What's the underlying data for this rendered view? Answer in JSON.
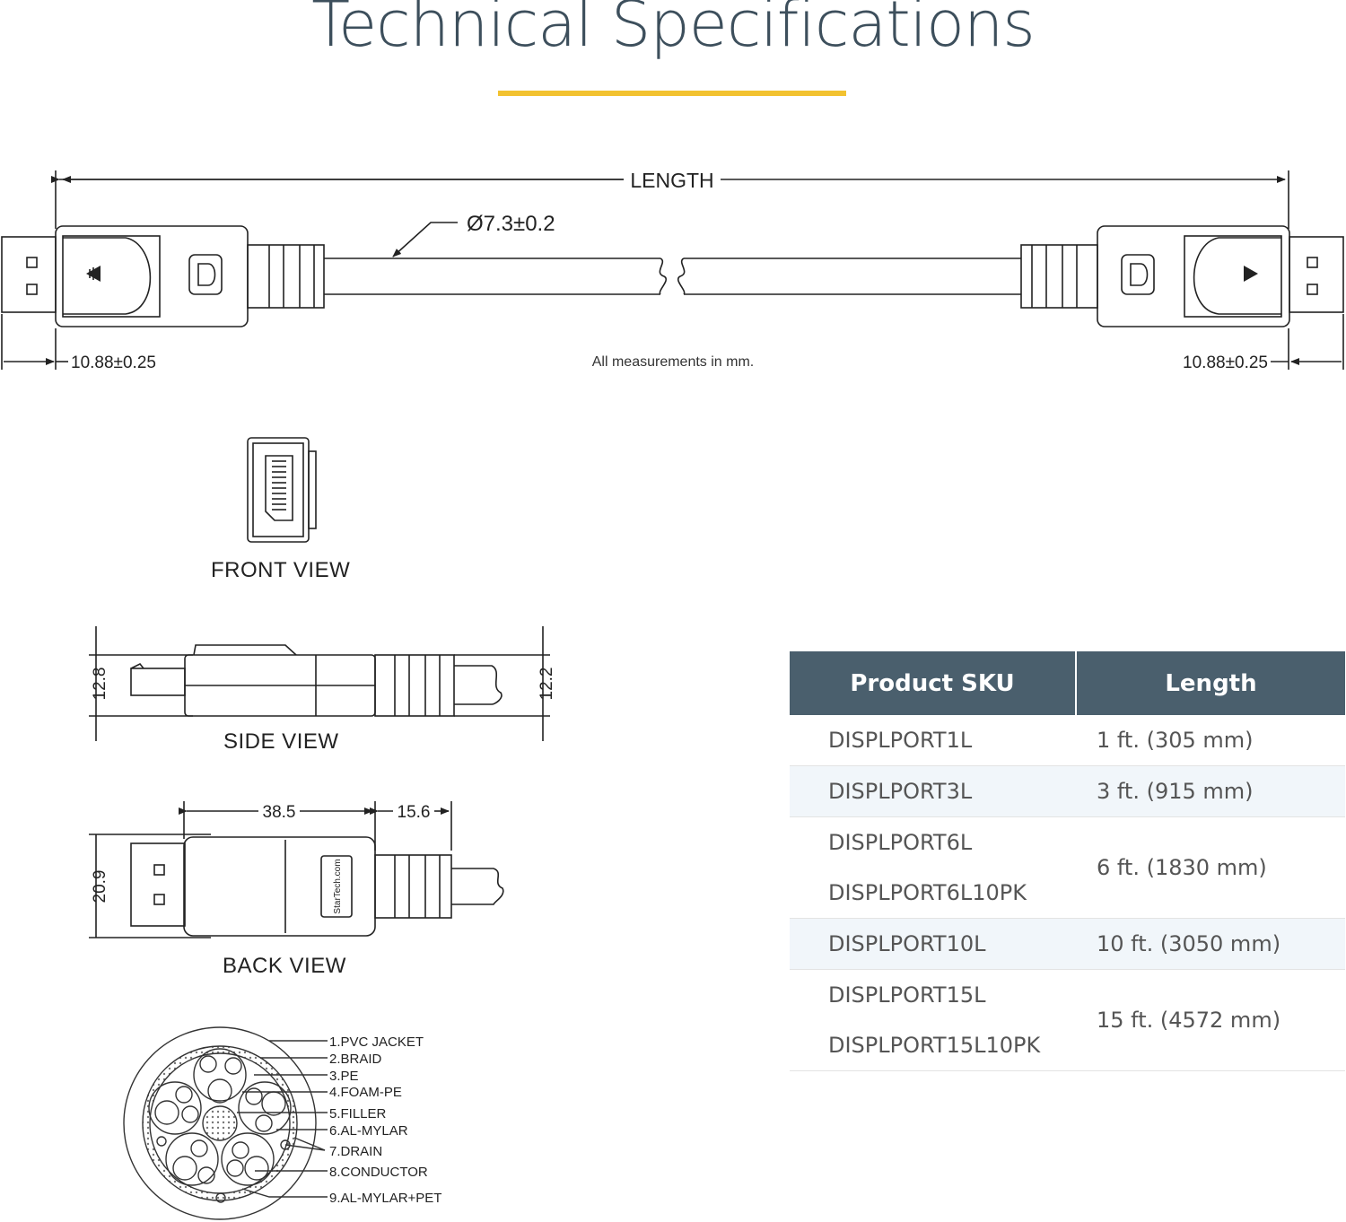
{
  "header": {
    "title": "Technical Specifications"
  },
  "colors": {
    "accent_underline": "#f2c230",
    "table_header_bg": "#4a5f6d",
    "alt_row_bg": "#f1f6fa"
  },
  "cable_drawing": {
    "length_label": "LENGTH",
    "diameter_label": "Ø7.3±0.2",
    "left_dim": "10.88±0.25",
    "right_dim": "10.88±0.25",
    "note": "All measurements in mm."
  },
  "views": {
    "front": {
      "label": "FRONT VIEW"
    },
    "side": {
      "label": "SIDE VIEW",
      "dim_left": "12.8",
      "dim_right": "12.2"
    },
    "back": {
      "label": "BACK VIEW",
      "dim_top_a": "38.5",
      "dim_top_b": "15.6",
      "dim_left": "20.9",
      "brand": "StarTech.com"
    }
  },
  "cross_section": {
    "labels": [
      "1.PVC JACKET",
      "2.BRAID",
      "3.PE",
      "4.FOAM-PE",
      "5.FILLER",
      "6.AL-MYLAR",
      "7.DRAIN",
      "8.CONDUCTOR",
      "9.AL-MYLAR+PET"
    ]
  },
  "table": {
    "headers": [
      "Product SKU",
      "Length"
    ],
    "rows": [
      {
        "skus": [
          "DISPLPORT1L"
        ],
        "length": "1 ft. (305 mm)"
      },
      {
        "skus": [
          "DISPLPORT3L"
        ],
        "length": "3 ft. (915 mm)"
      },
      {
        "skus": [
          "DISPLPORT6L",
          "DISPLPORT6L10PK"
        ],
        "length": "6 ft. (1830 mm)"
      },
      {
        "skus": [
          "DISPLPORT10L"
        ],
        "length": "10 ft. (3050 mm)"
      },
      {
        "skus": [
          "DISPLPORT15L",
          "DISPLPORT15L10PK"
        ],
        "length": "15 ft. (4572 mm)"
      }
    ]
  }
}
